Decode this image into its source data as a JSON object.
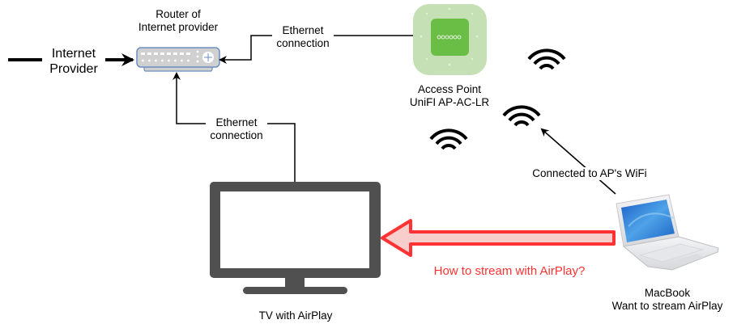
{
  "diagram": {
    "colors": {
      "line": "#000000",
      "router_fill": "#d0d0d0",
      "router_stroke": "#6c8ebf",
      "ap_outer": "#c5e0b4",
      "ap_inner": "#6abd45",
      "tv": "#505050",
      "accent_red": "#ff3333",
      "arrow_fill": "#f8cecc"
    },
    "nodes": {
      "internet": {
        "line1": "Internet",
        "line2": "Provider"
      },
      "router": {
        "line1": "Router of",
        "line2": "Internet provider"
      },
      "access_point": {
        "line1": "Access Point",
        "line2": "UniFI AP-AC-LR"
      },
      "tv": {
        "label": "TV with AirPlay"
      },
      "macbook": {
        "line1": "MacBook",
        "line2": "Want to stream AirPlay"
      }
    },
    "edges": {
      "ap_router": {
        "line1": "Ethernet",
        "line2": "connection"
      },
      "tv_router": {
        "line1": "Ethernet",
        "line2": "connection"
      },
      "macbook_ap": {
        "label": "Connected to AP's WiFi"
      },
      "macbook_tv": {
        "label": "How to stream with AirPlay?"
      }
    }
  }
}
